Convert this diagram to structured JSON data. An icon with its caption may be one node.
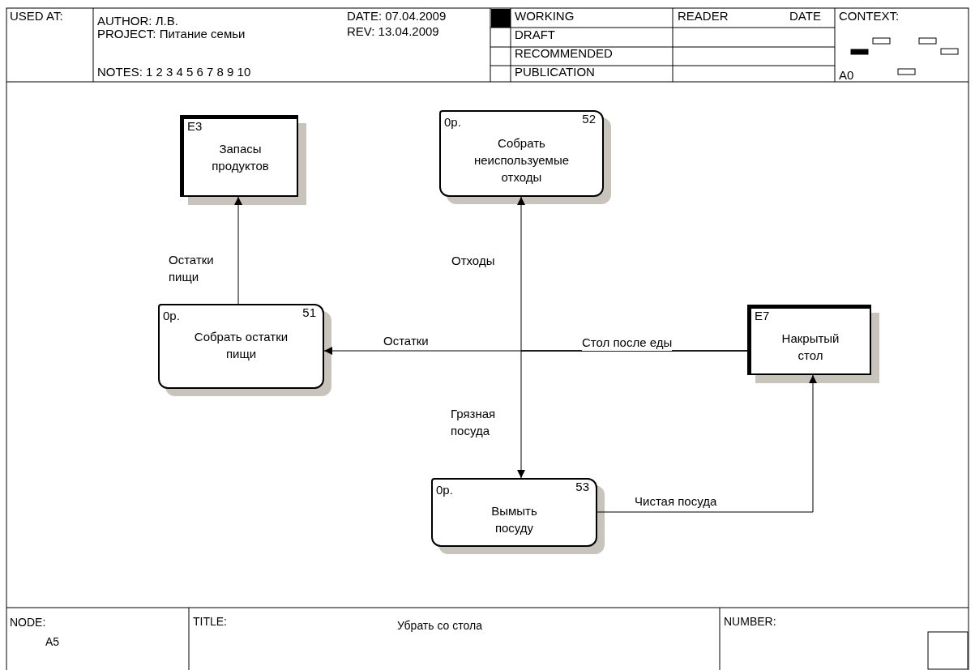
{
  "diagram": {
    "nodes": [
      {
        "text": [
          "E3",
          "Запасы продуктов"
        ]
      },
      {
        "text": [
          "0р.",
          "52",
          "Собрать неиспользуемые отходы"
        ]
      },
      {
        "text": [
          "0р.",
          "51",
          "Собрать остатки пищи"
        ]
      },
      {
        "text": [
          "E7",
          "Накрытый стол"
        ]
      },
      {
        "text": [
          "0р.",
          "53",
          "Вымыть посуду"
        ]
      }
    ],
    "edges": [
      {
        "from": 2,
        "to": 0,
        "arrow": "to",
        "label": "Остатки пищи"
      },
      {
        "from": 3,
        "to": 2,
        "arrow": "to",
        "label": "Остатки"
      },
      {
        "from": 3,
        "to": 1,
        "arrow": "to",
        "label": "Отходы"
      },
      {
        "from": 3,
        "to": 4,
        "arrow": "to",
        "label": "Грязная посуда"
      },
      {
        "from": 4,
        "to": 3,
        "arrow": "to",
        "label": "Чистая посуда"
      }
    ],
    "labels": [
      "USED AT:",
      "AUTHOR: Л.В.",
      "PROJECT: Питание семьи",
      "NOTES: 1 2 3 4 5 6 7 8 9 10",
      "DATE: 07.04.2009",
      "REV: 13.04.2009",
      "WORKING",
      "READER",
      "DATE",
      "CONTEXT:",
      "DRAFT",
      "RECOMMENDED",
      "PUBLICATION",
      "A0",
      "Стол после еды",
      "NODE:",
      "A5",
      "TITLE:",
      "Убрать со стола",
      "NUMBER:"
    ]
  }
}
